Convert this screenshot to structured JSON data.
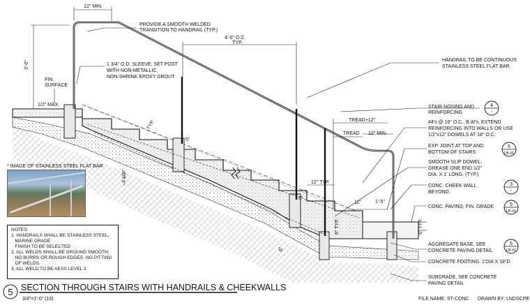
{
  "title": {
    "number": "5",
    "text": "SECTION THROUGH STAIRS WITH HANDRAILS & CHEEKWALLS",
    "scale": "3/4\"=1'-0\" (16)",
    "file_name": "FILE NAME: ST-CONC",
    "drawn_by": "DRAWN BY: LNDSCPE"
  },
  "photo_caption": "* IMAGE OF STAINLESS STEEL FLAT BAR",
  "notes": {
    "heading": "NOTES:",
    "lines": [
      "1. HANDRAILS SHALL BE STAINLESS STEEL,",
      "   MARINE GRADE",
      "   FINISH TO BE SELECTED",
      "2. ALL WELDS SHALL BE GROUND SMOOTH;",
      "   NO BURRS OR ROUGH EDGES. NO PITTING",
      "   OF WELDS.",
      "3. ALL WELD TO BE AESS LEVEL 3"
    ]
  },
  "dimensions": {
    "top_min": "12\" MIN.",
    "post_height": "3'-0\"",
    "max_half": "1/2\" MAX.",
    "oc_spacing": "4'-0\" O.C.",
    "oc_typ": "TYP.",
    "tread_plus": "TREAD+12\"",
    "tread": "TREAD",
    "twelve_min": "12\" MIN.",
    "typ": "TYP.",
    "five": "5\"",
    "riser": "7 1/2\"",
    "twelve_typ": "12\" TYP.",
    "eleven": "11\"",
    "one_five": "1'-5\"",
    "six_typ": "6\" TYP.",
    "six": "6\""
  },
  "callouts": {
    "fin_surface": [
      "FIN.",
      "SURFACE"
    ],
    "welded_transition": [
      "PROVIDE A SMOOTH WELDED",
      "TRANSITION TO HANDRAIL (TYP.)"
    ],
    "sleeve": [
      "1 3/4\" O.D. SLEEVE; SET POST",
      "WITH NON-METALLIC,",
      "NON-SHRINK EPOXY GROUT"
    ],
    "handrail": [
      "HANDRAIL TO BE CONTINUOUS",
      "STAINLESS STEEL FLAT BAR"
    ],
    "nosing": [
      "STAIR NOSING AND",
      "REINFORCING"
    ],
    "rebar": [
      "#4's @ 16\" O.C., B.W's, EXTEND",
      "REINFORCING INTO WALLS OR USE",
      "1/2\"x12\" DOWELS AT 18\" O.C."
    ],
    "exp_joint": [
      "EXP. JOINT AT TOP AND",
      "BOTTOM OF STAIRS"
    ],
    "dowel": [
      "SMOOTH SLIP DOWEL:",
      "GREASE ONE END 1/2\"",
      "DIA. X 1' LONG. (TYP.)"
    ],
    "cheek_wall": [
      "CONC. CHEEK WALL",
      "BEYOND."
    ],
    "paving": [
      "CONC. PAVING; FIN. GRADE"
    ],
    "agg_base": [
      "AGGREGATE BASE, SEE",
      "CONCRETE PAVING DETAIL"
    ],
    "footing": [
      "CONCRETE FOOTING: 1'DIA X 18\"D"
    ],
    "subgrade": [
      "SUBGRADE, SEE CONCRETE",
      "PAVING DETAIL"
    ]
  },
  "refs": [
    {
      "top": "4",
      "bottom": "-"
    },
    {
      "top": "5",
      "bottom": "LB.01"
    },
    {
      "top": "3",
      "bottom": "-"
    },
    {
      "top": "5",
      "bottom": "LB.01"
    },
    {
      "top": "5",
      "bottom": "LB.01"
    }
  ]
}
